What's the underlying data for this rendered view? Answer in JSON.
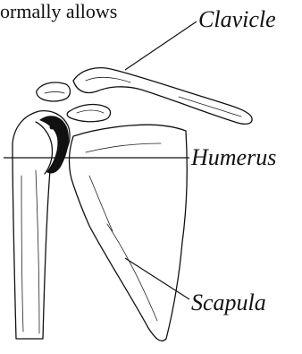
{
  "caption": "ormally allows",
  "labels": {
    "clavicle": "Clavicle",
    "humerus": "Humerus",
    "scapula": "Scapula"
  },
  "colors": {
    "ink": "#111111",
    "background": "#ffffff"
  }
}
